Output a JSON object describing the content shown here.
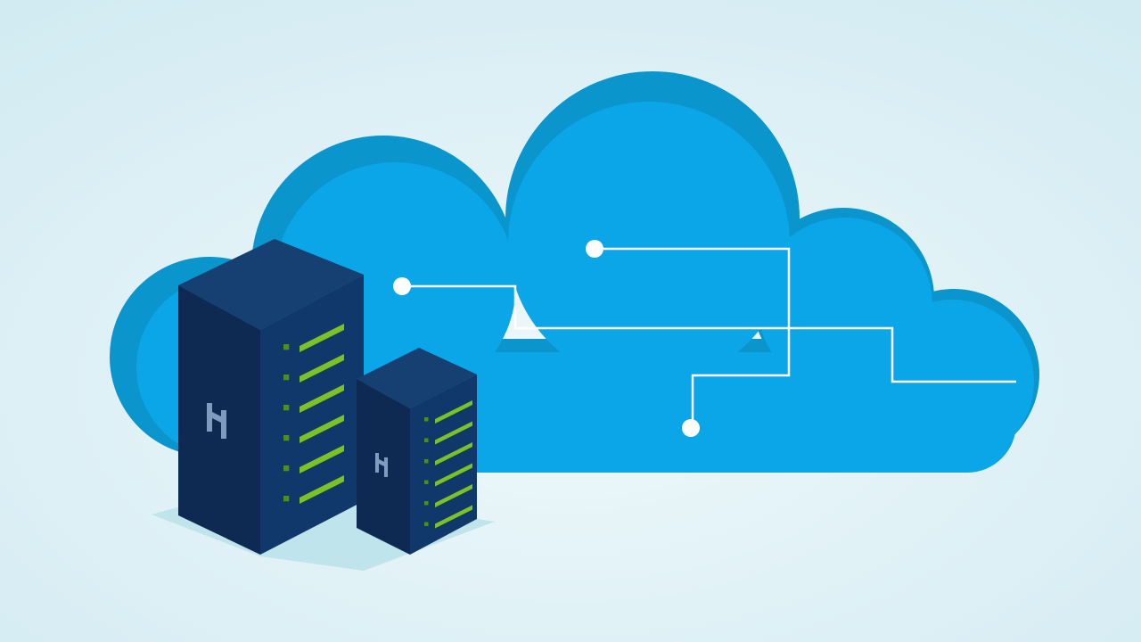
{
  "illustration": {
    "subject": [
      "cloud",
      "server-tower-large",
      "server-tower-small",
      "network-lines"
    ],
    "colors": {
      "background_center": "#eef8fb",
      "background_edge": "#d2ebf2",
      "cloud_back": "#0a95cc",
      "cloud_front": "#0aa6e8",
      "connector": "#ffffff",
      "server_side_dark": "#0e2a52",
      "server_front": "#11386a",
      "server_top": "#163f72",
      "server_logo": "#7f9bbd",
      "led_bar": "#7dc225",
      "led_dot": "#4f8f17",
      "shadow": "#bfe4ec"
    },
    "server_large_led_rows": 6,
    "server_small_led_rows": 6
  }
}
